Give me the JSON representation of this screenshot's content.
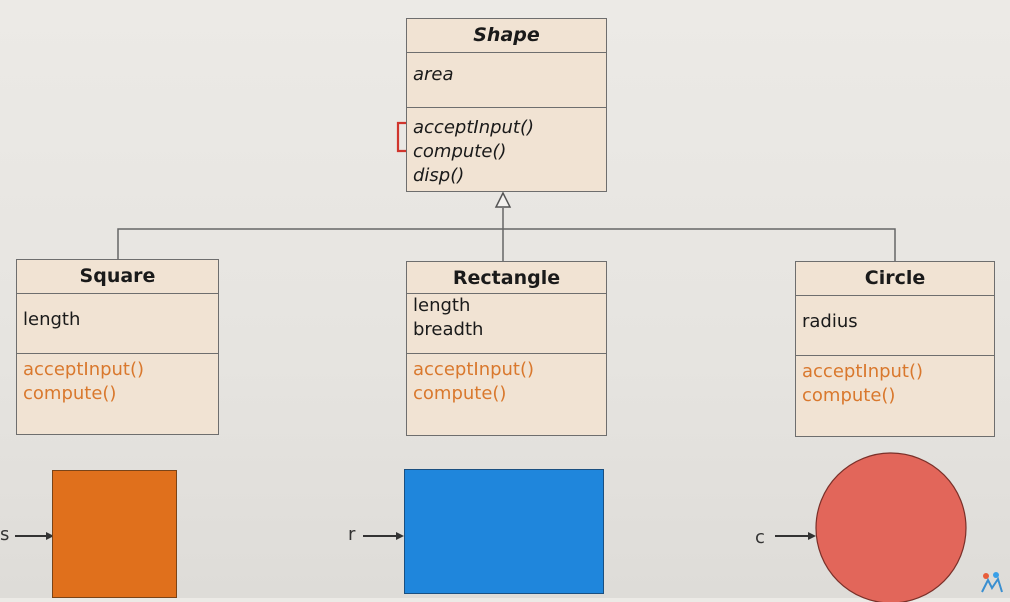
{
  "classes": {
    "shape": {
      "name": "Shape",
      "attributes": [
        "area"
      ],
      "methods": [
        "acceptInput()",
        "compute()",
        "disp()"
      ]
    },
    "square": {
      "name": "Square",
      "attributes": [
        "length"
      ],
      "methods": [
        "acceptInput()",
        "compute()"
      ]
    },
    "rectangle": {
      "name": "Rectangle",
      "attributes": [
        "length",
        "breadth"
      ],
      "methods": [
        "acceptInput()",
        "compute()"
      ]
    },
    "circle": {
      "name": "Circle",
      "attributes": [
        "radius"
      ],
      "methods": [
        "acceptInput()",
        "compute()"
      ]
    }
  },
  "pointers": {
    "square": "s",
    "rectangle": "r",
    "circle": "c"
  },
  "colors": {
    "square_fill": "#e0701c",
    "rectangle_fill": "#1f86dc",
    "circle_fill": "#e2665a",
    "method_text": "#d9782d",
    "bracket": "#d0352d"
  }
}
